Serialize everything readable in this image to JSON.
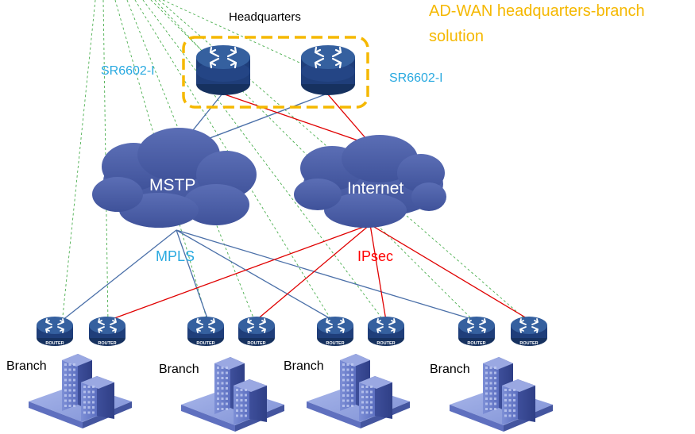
{
  "title": {
    "line1": "AD-WAN headquarters-branch",
    "line2": "solution"
  },
  "headquarters_label": "Headquarters",
  "hq_routers": [
    {
      "model": "SR6602-I"
    },
    {
      "model": "SR6602-I"
    }
  ],
  "clouds": {
    "mstp": "MSTP",
    "internet": "Internet"
  },
  "link_labels": {
    "mpls": "MPLS",
    "ipsec": "IPsec"
  },
  "branch_label": "Branch",
  "branch_router_badge": "ROUTER",
  "branches": [
    {
      "label": "Branch"
    },
    {
      "label": "Branch"
    },
    {
      "label": "Branch"
    },
    {
      "label": "Branch"
    }
  ],
  "colors": {
    "title": "#F5B800",
    "model_label": "#29A9E0",
    "mpls_label": "#29A9E0",
    "ipsec_label": "#FF0000",
    "cloud": "#4B5FA6",
    "router_dark": "#1F3E7A",
    "router_light": "#2E5C9E",
    "mpls_line": "#4A6FA8",
    "ipsec_line": "#E00000",
    "mgmt_line": "#4CAF50",
    "dashed_box": "#F5B800",
    "building": "#4A5FB0"
  }
}
